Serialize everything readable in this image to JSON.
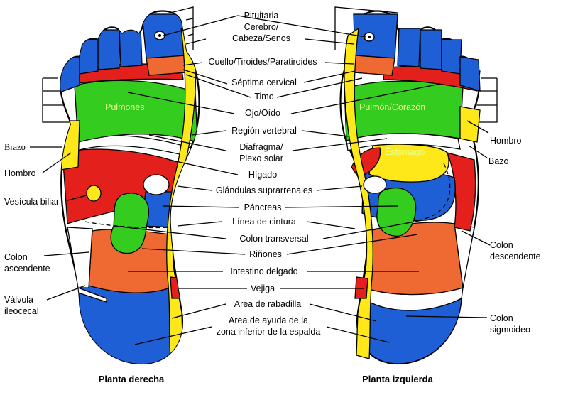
{
  "colors": {
    "blue": "#1f5fd6",
    "red": "#e3201c",
    "green": "#33cc1f",
    "yellow": "#ffe81a",
    "orange": "#ef6a33",
    "white": "#ffffff",
    "label_in_foot": "#e9ff8a"
  },
  "center_labels": [
    "Pituitaria",
    "Cerebro/",
    "Cabeza/Senos",
    "Cuello/Tiroides/Paratiroides",
    "Séptima cervical",
    "Timo",
    "Ojo/Oído",
    "Región vertebral",
    "Diafragma/",
    "Plexo solar",
    "Hígado",
    "Glándulas suprarrenales",
    "Páncreas",
    "Línea de cintura",
    "Colon transversal",
    "Riñones",
    "Intestino delgado",
    "Vejiga",
    "Area de rabadilla",
    "Area de ayuda de la",
    "zona inferior de la espalda"
  ],
  "left_labels": {
    "brazo": "Brazo",
    "hombro": "Hombro",
    "vesicula": "Vesícula biliar",
    "colon_asc_1": "Colon",
    "colon_asc_2": "ascendente",
    "valvula_1": "Válvula",
    "valvula_2": "ileocecal"
  },
  "right_labels": {
    "hombro": "Hombro",
    "bazo": "Bazo",
    "colon_desc_1": "Colon",
    "colon_desc_2": "descendente",
    "colon_sig_1": "Colon",
    "colon_sig_2": "sigmoideo"
  },
  "in_foot_labels": {
    "pulmones": "Pulmones",
    "pulmon_corazon": "Pulmón/Corazón",
    "estomago": "Estómago"
  },
  "captions": {
    "right_sole": "Planta derecha",
    "left_sole": "Planta izquierda"
  }
}
